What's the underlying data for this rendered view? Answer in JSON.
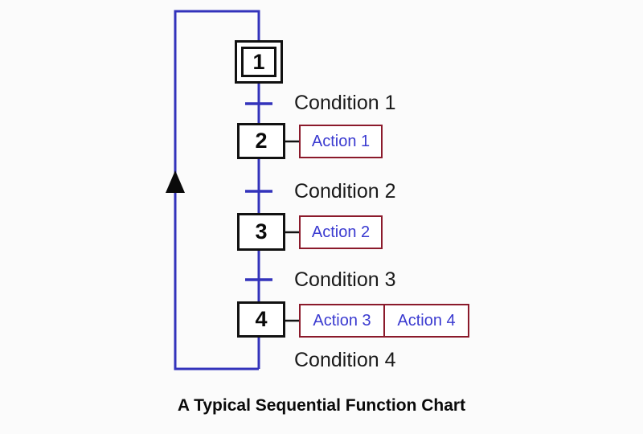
{
  "diagram": {
    "title": "A Typical Sequential Function Chart",
    "type": "sequential-function-chart",
    "colors": {
      "background": "#fbfbfb",
      "flow_line": "#3333bb",
      "step_border": "#111111",
      "action_border": "#8b1a2b",
      "action_text": "#3a3ad0",
      "label_text": "#1a1a1a",
      "arrow_fill": "#0a0a0a"
    },
    "steps": [
      {
        "id": "step-1",
        "label": "1",
        "initial": true
      },
      {
        "id": "step-2",
        "label": "2",
        "initial": false
      },
      {
        "id": "step-3",
        "label": "3",
        "initial": false
      },
      {
        "id": "step-4",
        "label": "4",
        "initial": false
      }
    ],
    "transitions": [
      {
        "id": "transition-1",
        "label": "Condition 1",
        "has_bar": true
      },
      {
        "id": "transition-2",
        "label": "Condition 2",
        "has_bar": true
      },
      {
        "id": "transition-3",
        "label": "Condition 3",
        "has_bar": true
      },
      {
        "id": "transition-4",
        "label": "Condition 4",
        "has_bar": false
      }
    ],
    "actions": [
      {
        "id": "action-row-1",
        "step": "2",
        "cells": [
          "Action 1"
        ]
      },
      {
        "id": "action-row-2",
        "step": "3",
        "cells": [
          "Action 2"
        ]
      },
      {
        "id": "action-row-3",
        "step": "4",
        "cells": [
          "Action 3",
          "Action 4"
        ]
      }
    ],
    "return_loop": {
      "description": "return-to-initial-step",
      "arrow": "up-arrowhead"
    }
  }
}
